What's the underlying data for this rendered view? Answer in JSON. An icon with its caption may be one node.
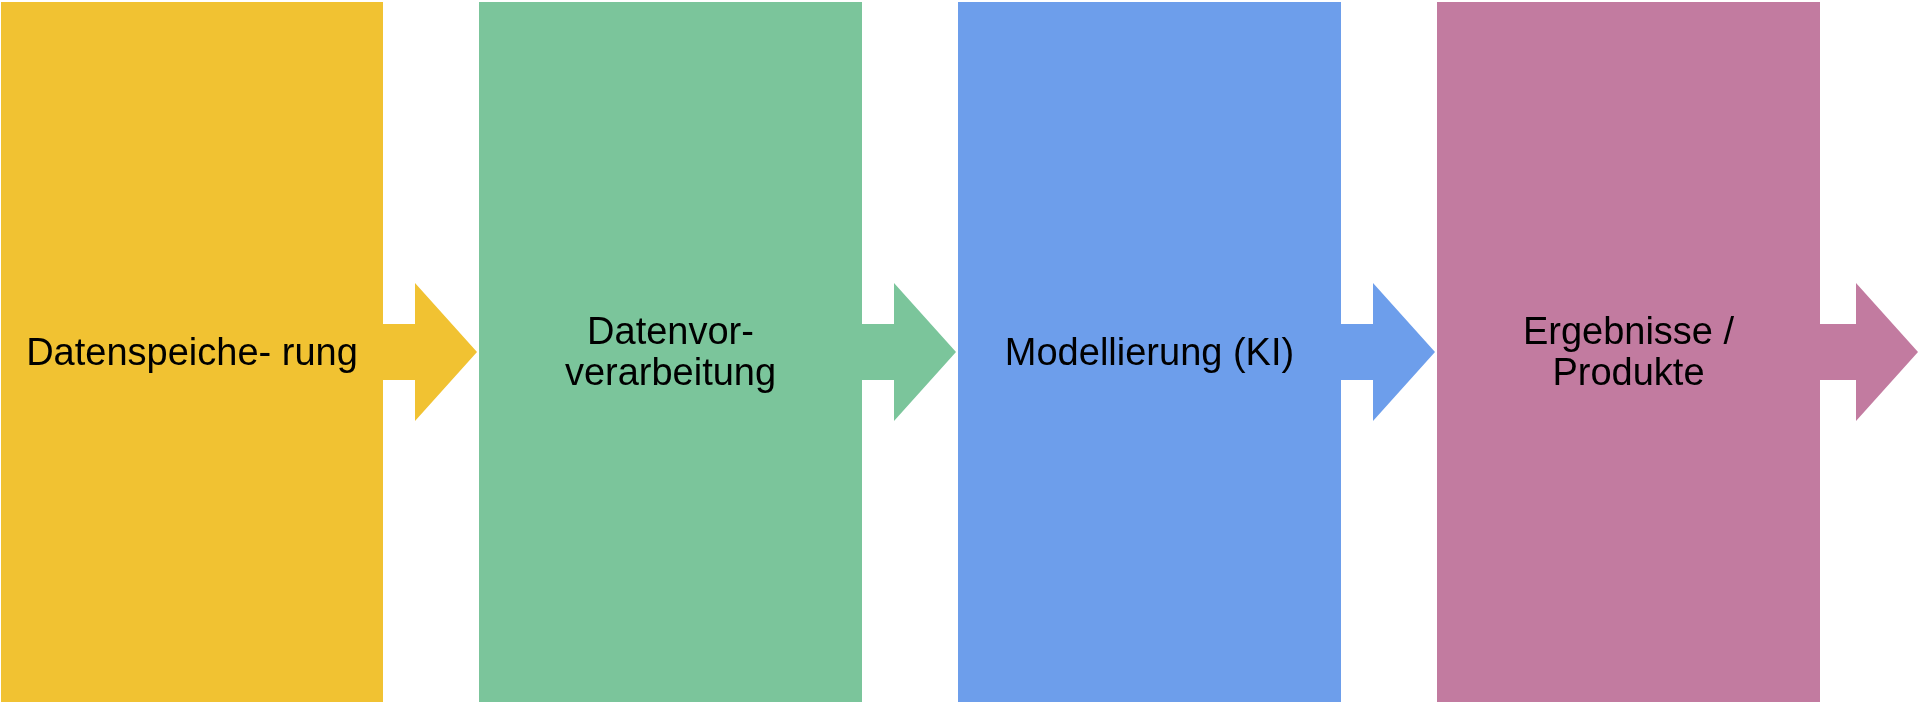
{
  "diagram": {
    "nodes": [
      {
        "text": [
          "Datenspeiche- rung"
        ]
      },
      {
        "text": [
          "Datenvor- verarbeitung"
        ]
      },
      {
        "text": [
          "Modellierung (KI)"
        ]
      },
      {
        "text": [
          "Ergebnisse / Produkte"
        ]
      }
    ],
    "edges": [
      {
        "from": 0,
        "to": 1,
        "arrow": "to",
        "color": "#f1c232"
      },
      {
        "from": 1,
        "to": 2,
        "arrow": "to",
        "color": "#7bc59b"
      },
      {
        "from": 2,
        "to": 3,
        "arrow": "to",
        "color": "#6d9eeb"
      },
      {
        "from": 3,
        "to": null,
        "arrow": "to",
        "color": "#c27ba0"
      }
    ]
  }
}
